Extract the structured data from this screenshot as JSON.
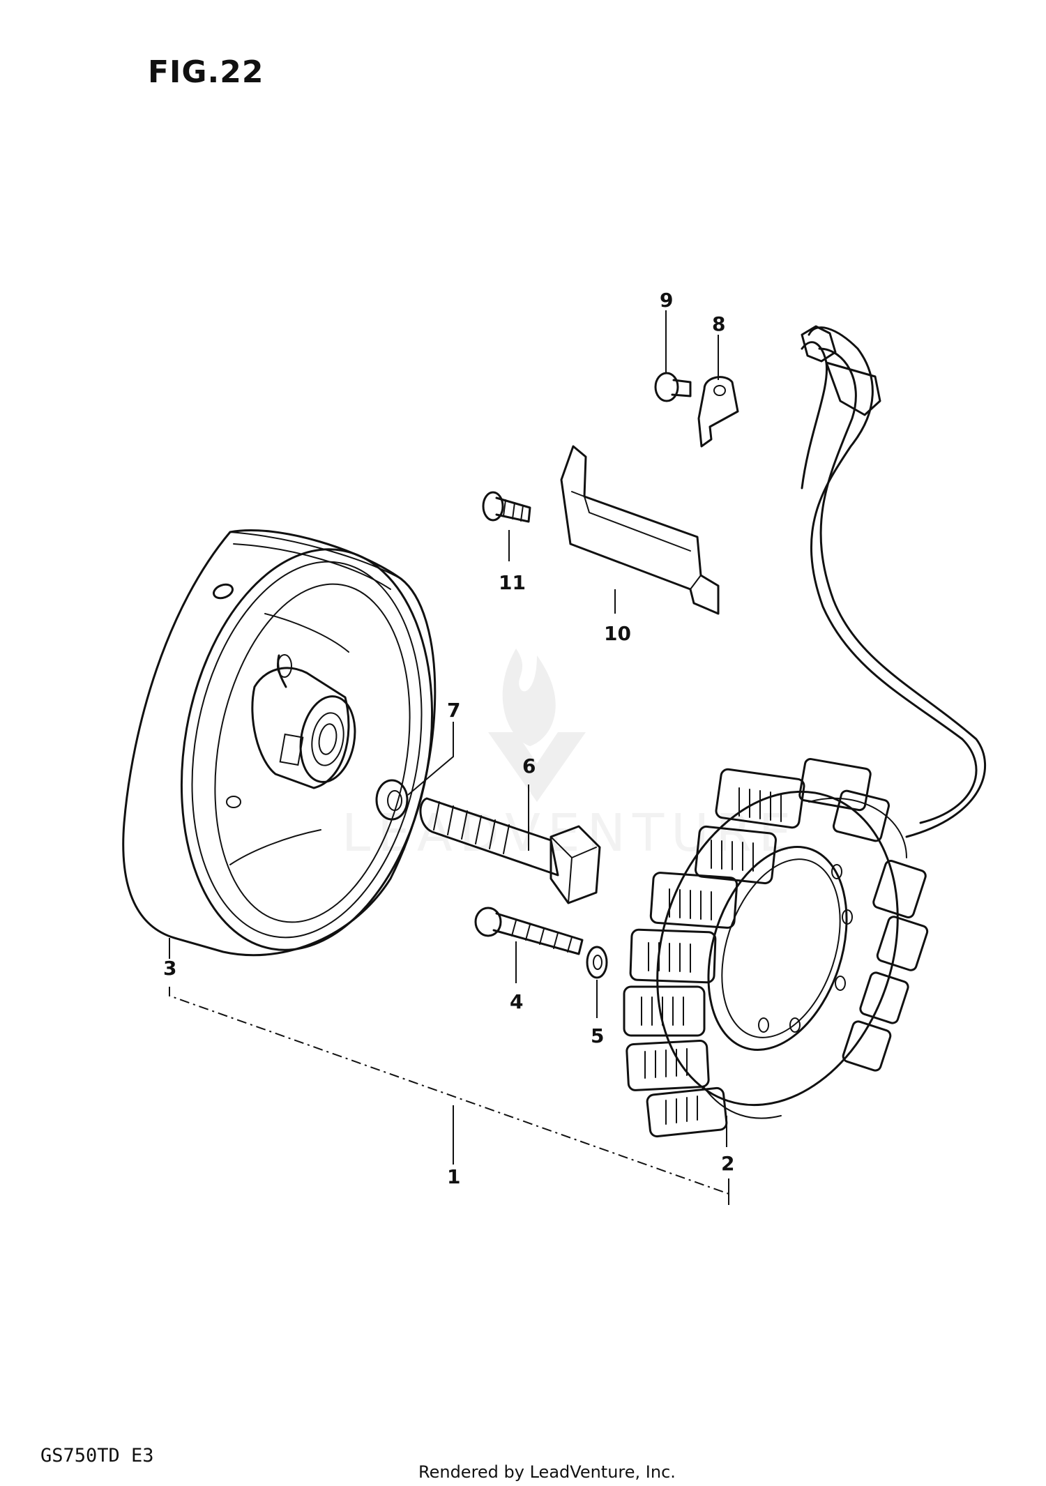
{
  "figure": {
    "title": "FIG.22",
    "model_code": "GS750TD  E3",
    "footer_credit": "Rendered by LeadVenture, Inc.",
    "watermark": "LEADVENTURE"
  },
  "callouts": {
    "c1": "1",
    "c2": "2",
    "c3": "3",
    "c4": "4",
    "c5": "5",
    "c6": "6",
    "c7": "7",
    "c8": "8",
    "c9": "9",
    "c10": "10",
    "c11": "11"
  }
}
